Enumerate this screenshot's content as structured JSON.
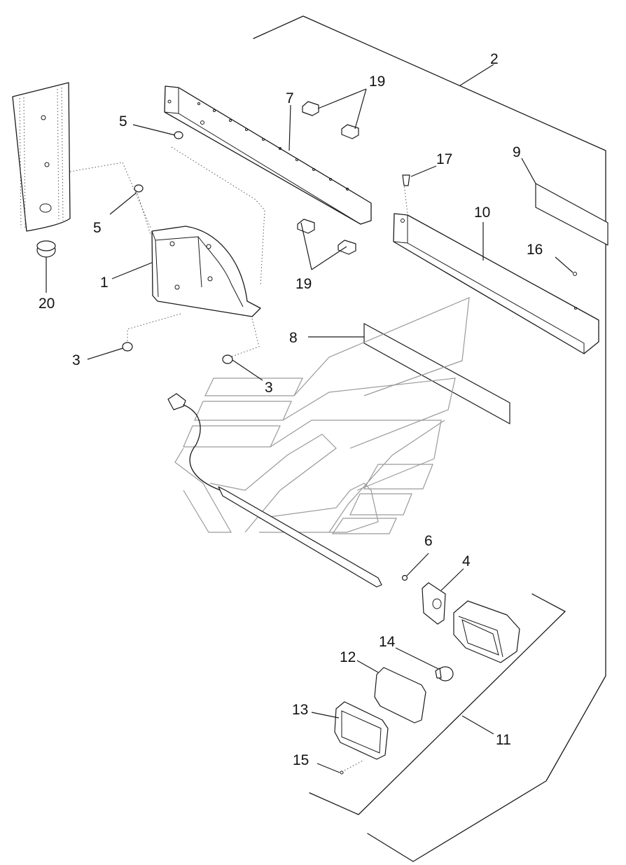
{
  "callouts": {
    "c1": "1",
    "c2": "2",
    "c3a": "3",
    "c3b": "3",
    "c4": "4",
    "c5a": "5",
    "c5b": "5",
    "c6": "6",
    "c7": "7",
    "c8": "8",
    "c9": "9",
    "c10": "10",
    "c11": "11",
    "c12": "12",
    "c13": "13",
    "c14": "14",
    "c15": "15",
    "c16": "16",
    "c17": "17",
    "c19a": "19",
    "c19b": "19",
    "c20": "20"
  }
}
